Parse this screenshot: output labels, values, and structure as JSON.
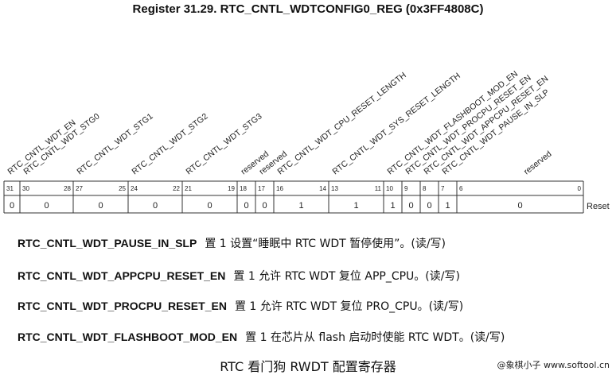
{
  "title": "Register 31.29. RTC_CNTL_WDTCONFIG0_REG (0x3FF4808C)",
  "reset_label": "Reset",
  "fields": [
    {
      "name": "RTC_CNTL_WDT_EN",
      "hi": 31,
      "lo": 31,
      "reset": "0"
    },
    {
      "name": "RTC_CNTL_WDT_STG0",
      "hi": 30,
      "lo": 28,
      "reset": "0"
    },
    {
      "name": "RTC_CNTL_WDT_STG1",
      "hi": 27,
      "lo": 25,
      "reset": "0"
    },
    {
      "name": "RTC_CNTL_WDT_STG2",
      "hi": 24,
      "lo": 22,
      "reset": "0"
    },
    {
      "name": "RTC_CNTL_WDT_STG3",
      "hi": 21,
      "lo": 19,
      "reset": "0"
    },
    {
      "name": "reserved",
      "hi": 18,
      "lo": 18,
      "reset": "0"
    },
    {
      "name": "reserved",
      "hi": 17,
      "lo": 17,
      "reset": "0"
    },
    {
      "name": "RTC_CNTL_WDT_CPU_RESET_LENGTH",
      "hi": 16,
      "lo": 14,
      "reset": "1"
    },
    {
      "name": "RTC_CNTL_WDT_SYS_RESET_LENGTH",
      "hi": 13,
      "lo": 11,
      "reset": "1"
    },
    {
      "name": "RTC_CNTL_WDT_FLASHBOOT_MOD_EN",
      "hi": 10,
      "lo": 10,
      "reset": "1"
    },
    {
      "name": "RTC_CNTL_WDT_PROCPU_RESET_EN",
      "hi": 9,
      "lo": 9,
      "reset": "0"
    },
    {
      "name": "RTC_CNTL_WDT_APPCPU_RESET_EN",
      "hi": 8,
      "lo": 8,
      "reset": "0"
    },
    {
      "name": "RTC_CNTL_WDT_PAUSE_IN_SLP",
      "hi": 7,
      "lo": 7,
      "reset": "1"
    },
    {
      "name": "reserved",
      "hi": 6,
      "lo": 0,
      "reset": "0"
    }
  ],
  "descriptions": [
    {
      "field": "RTC_CNTL_WDT_PAUSE_IN_SLP",
      "text": "置 1 设置“睡眠中 RTC WDT 暂停使用”。(读/写)"
    },
    {
      "field": "RTC_CNTL_WDT_APPCPU_RESET_EN",
      "text": "置 1 允许 RTC WDT 复位 APP_CPU。(读/写)"
    },
    {
      "field": "RTC_CNTL_WDT_PROCPU_RESET_EN",
      "text": "置 1 允许 RTC WDT 复位 PRO_CPU。(读/写)"
    },
    {
      "field": "RTC_CNTL_WDT_FLASHBOOT_MOD_EN",
      "text": "置 1 在芯片从 flash 启动时使能 RTC WDT。(读/写)"
    }
  ],
  "caption": "RTC 看门狗 RWDT 配置寄存器",
  "watermark": "@象棋小子 www.softool.cn"
}
